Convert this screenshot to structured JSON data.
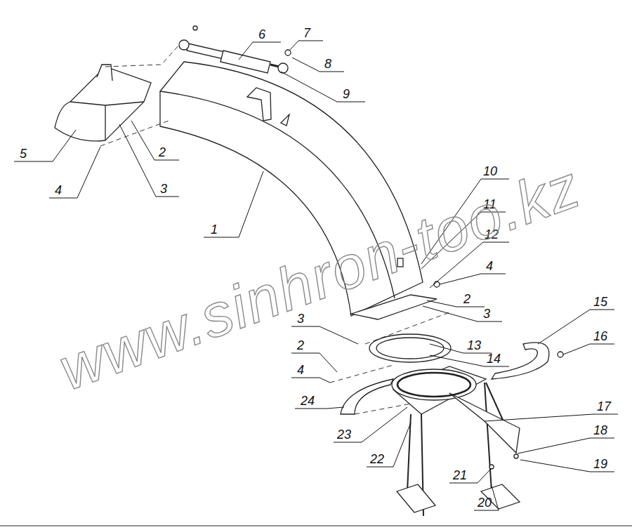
{
  "diagram": {
    "labels": [
      "1",
      "2",
      "3",
      "4",
      "5",
      "6",
      "7",
      "8",
      "9",
      "10",
      "11",
      "12",
      "4",
      "2",
      "3",
      "13",
      "3",
      "2",
      "4",
      "14",
      "15",
      "16",
      "24",
      "17",
      "23",
      "22",
      "18",
      "19",
      "21",
      "20",
      "www.sinhron-too.kz"
    ]
  }
}
